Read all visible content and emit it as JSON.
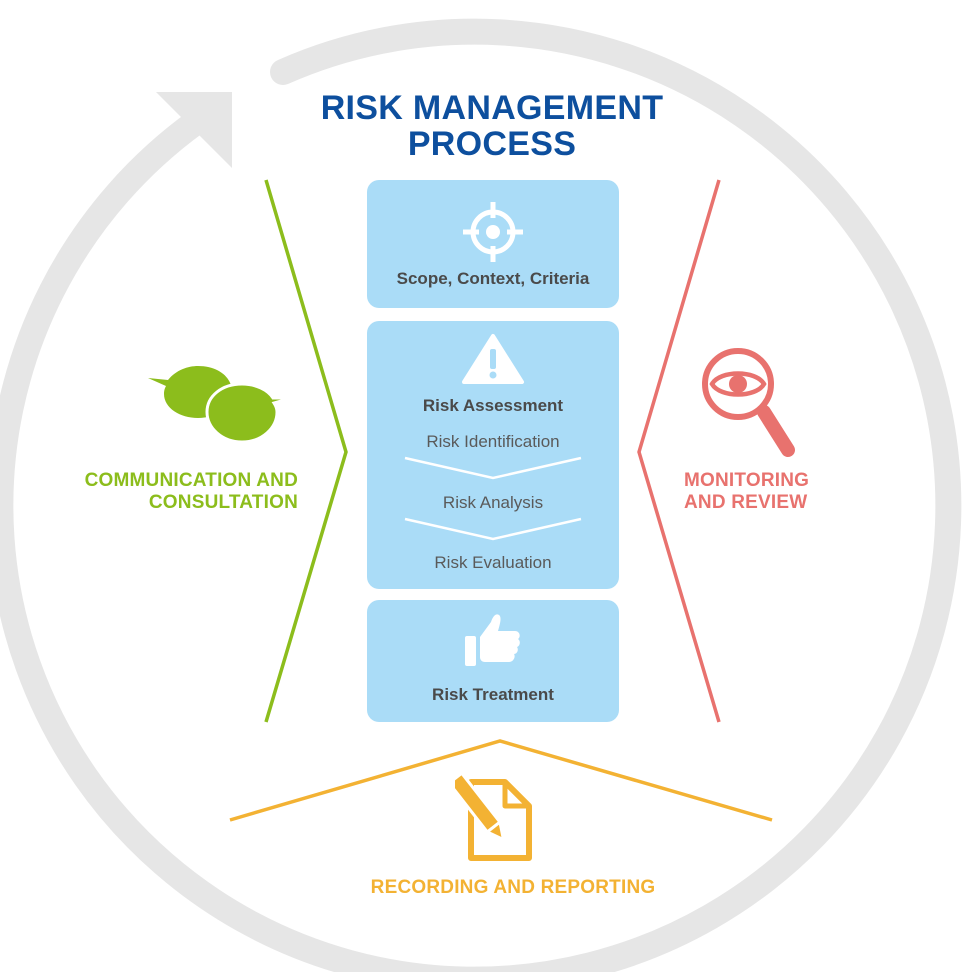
{
  "title": {
    "line1": "RISK MANAGEMENT",
    "line2": "PROCESS"
  },
  "colors": {
    "title": "#0d4f9e",
    "box": "#aadcf7",
    "communication": "#8cbd1c",
    "monitoring": "#e8726e",
    "recording": "#f3b233",
    "cycle": "#e6e6e6"
  },
  "steps": {
    "scope": {
      "label": "Scope, Context, Criteria",
      "icon": "target-icon"
    },
    "assessment": {
      "label": "Risk Assessment",
      "icon": "warning-icon",
      "substeps": [
        "Risk Identification",
        "Risk Analysis",
        "Risk Evaluation"
      ]
    },
    "treatment": {
      "label": "Risk Treatment",
      "icon": "thumbs-up-icon"
    }
  },
  "communication": {
    "line1": "COMMUNICATION AND",
    "line2": "CONSULTATION",
    "icon": "speech-bubbles-icon"
  },
  "monitoring": {
    "line1": "MONITORING",
    "line2": "AND REVIEW",
    "icon": "magnifier-eye-icon"
  },
  "recording": {
    "label": "RECORDING AND REPORTING",
    "icon": "document-pencil-icon"
  }
}
